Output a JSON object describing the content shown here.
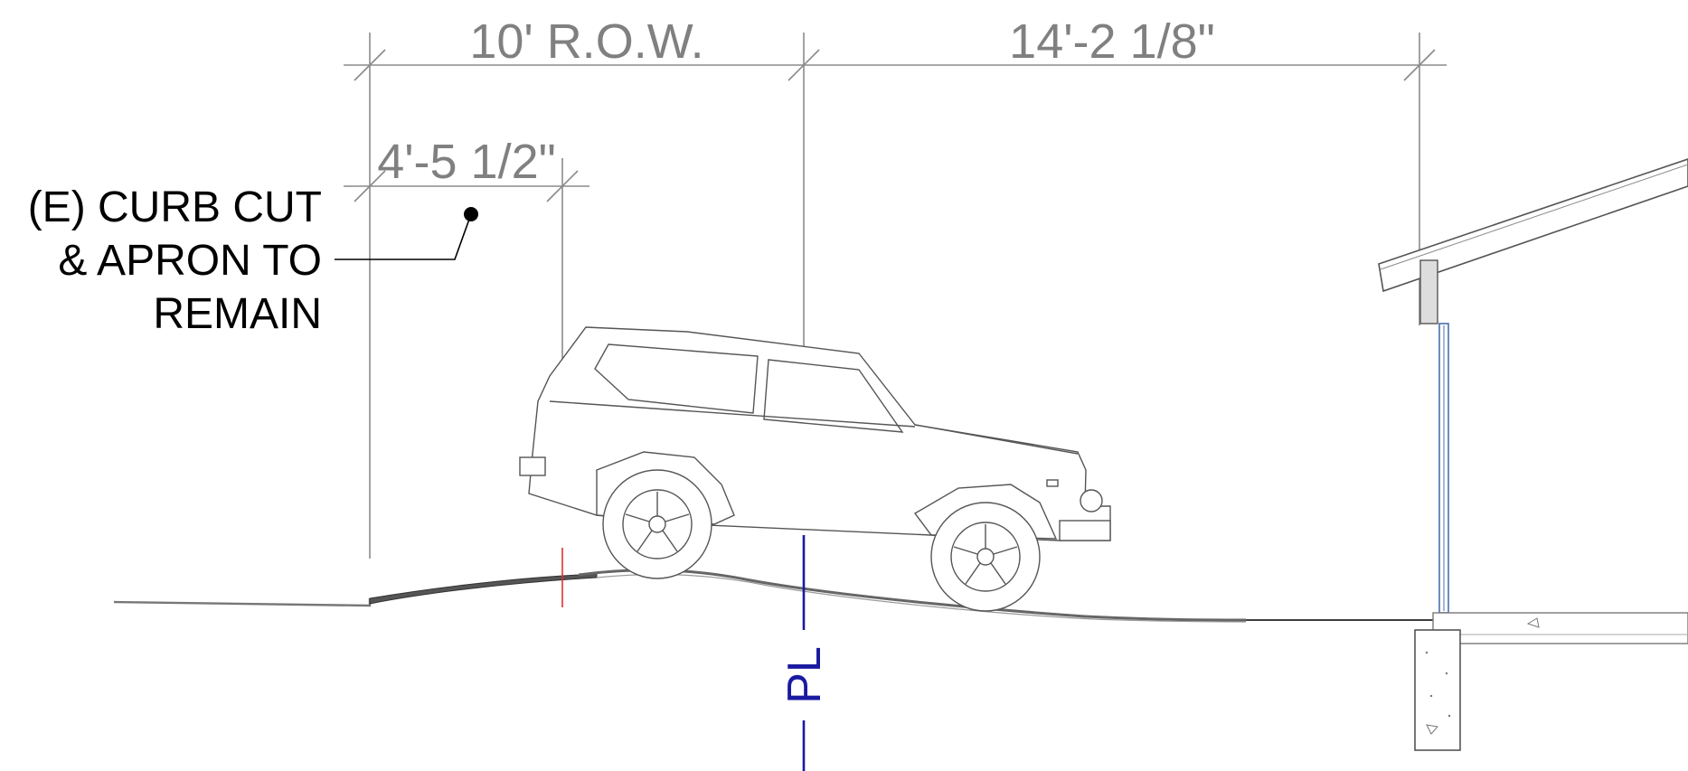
{
  "dimensions": {
    "row_width": "10'  R.O.W.",
    "setback": "14'-2 1/8\"",
    "curb_cut_width": "4'-5 1/2\""
  },
  "note": {
    "line1": "(E) CURB CUT",
    "line2": "& APRON TO",
    "line3": "REMAIN"
  },
  "property_line": {
    "label": "PL"
  },
  "colors": {
    "dimension": "#808080",
    "note": "#000000",
    "property_line": "#1a1aa0",
    "curb_marker": "#e03030",
    "wall": "#4a6fb0"
  }
}
